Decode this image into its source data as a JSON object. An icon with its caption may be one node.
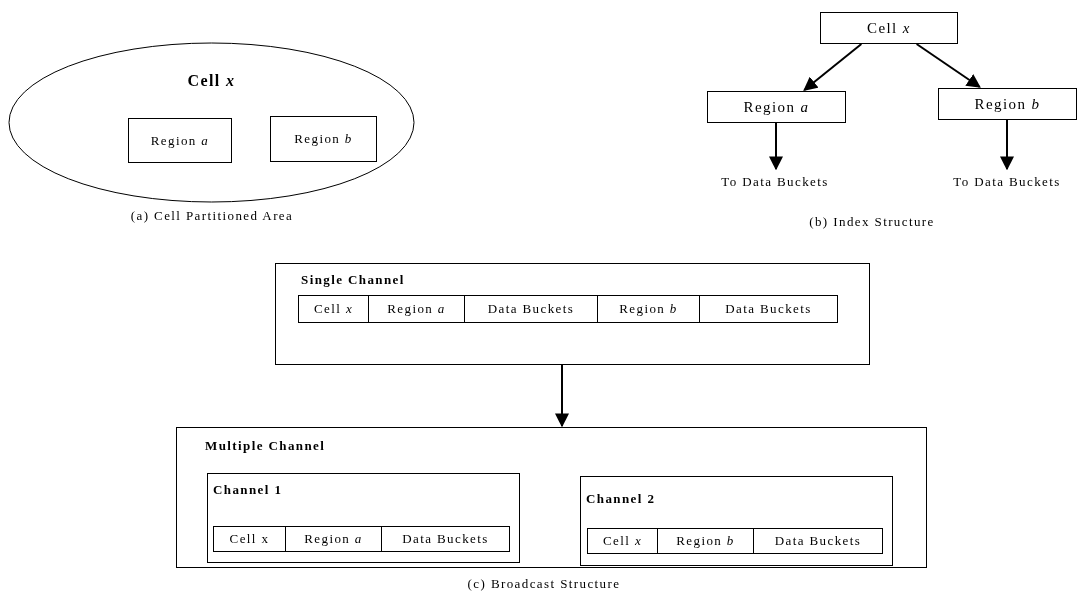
{
  "diagram": {
    "nodes": [
      {
        "text": [
          "Cell *x*"
        ]
      },
      {
        "text": [
          "Region *a*"
        ],
        "in": 0
      },
      {
        "text": [
          "Region *b*"
        ],
        "in": 0
      },
      {
        "text": [
          "Cell *x*"
        ]
      },
      {
        "text": [
          "Region *a*"
        ]
      },
      {
        "text": [
          "Region *b*"
        ]
      },
      {
        "text": [
          "To Data Buckets"
        ]
      },
      {
        "text": [
          "To Data Buckets"
        ]
      },
      {
        "text": [
          "Single Channel"
        ]
      },
      {
        "text": [
          "Cell *x*"
        ],
        "in": 8
      },
      {
        "text": [
          "Region *a*"
        ],
        "in": 8
      },
      {
        "text": [
          "Data Buckets"
        ],
        "in": 8
      },
      {
        "text": [
          "Region *b*"
        ],
        "in": 8
      },
      {
        "text": [
          "Data Buckets"
        ],
        "in": 8
      },
      {
        "text": [
          "Multiple Channel"
        ]
      },
      {
        "text": [
          "Channel 1"
        ],
        "in": 14
      },
      {
        "text": [
          "Cell x"
        ],
        "in": 15
      },
      {
        "text": [
          "Region *a*"
        ],
        "in": 15
      },
      {
        "text": [
          "Data Buckets"
        ],
        "in": 15
      },
      {
        "text": [
          "Channel 2"
        ],
        "in": 14
      },
      {
        "text": [
          "Cell *x*"
        ],
        "in": 19
      },
      {
        "text": [
          "Region *b*"
        ],
        "in": 19
      },
      {
        "text": [
          "Data Buckets"
        ],
        "in": 19
      }
    ],
    "edges": [
      {
        "from": 3,
        "to": 4,
        "arrow": "to"
      },
      {
        "from": 3,
        "to": 5,
        "arrow": "to"
      },
      {
        "from": 4,
        "to": 6,
        "arrow": "to"
      },
      {
        "from": 5,
        "to": 7,
        "arrow": "to"
      },
      {
        "from": 8,
        "to": 14,
        "arrow": "to"
      }
    ],
    "labels": [
      "(a) Cell Partitioned Area",
      "(b) Index Structure",
      "(c) Broadcast Structure"
    ]
  }
}
